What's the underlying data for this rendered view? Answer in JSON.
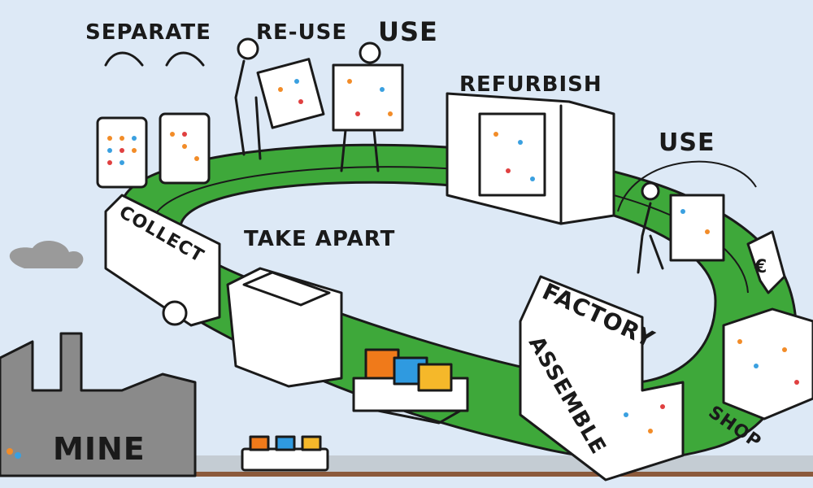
{
  "labels": {
    "separate": "SEPARATE",
    "reuse": "RE-USE",
    "use_top": "USE",
    "refurbish": "REFURBISH",
    "use_right": "USE",
    "collect": "COLLECT",
    "take_apart": "TAKE APART",
    "factory": "FACTORY",
    "assemble": "ASSEMBLE",
    "shop": "SHOP",
    "mine": "MINE",
    "price_tag": "€"
  },
  "colors": {
    "background": "#dde9f6",
    "loop_green": "#3ea83a",
    "mine_gray": "#8a8a8a",
    "ground": "#8b5a3c",
    "dot_orange": "#f28c28",
    "dot_blue": "#3aa0e0",
    "dot_red": "#e04040",
    "block_orange": "#f07a1a",
    "block_blue": "#2f9ae0",
    "block_yellow": "#f5b82a"
  }
}
